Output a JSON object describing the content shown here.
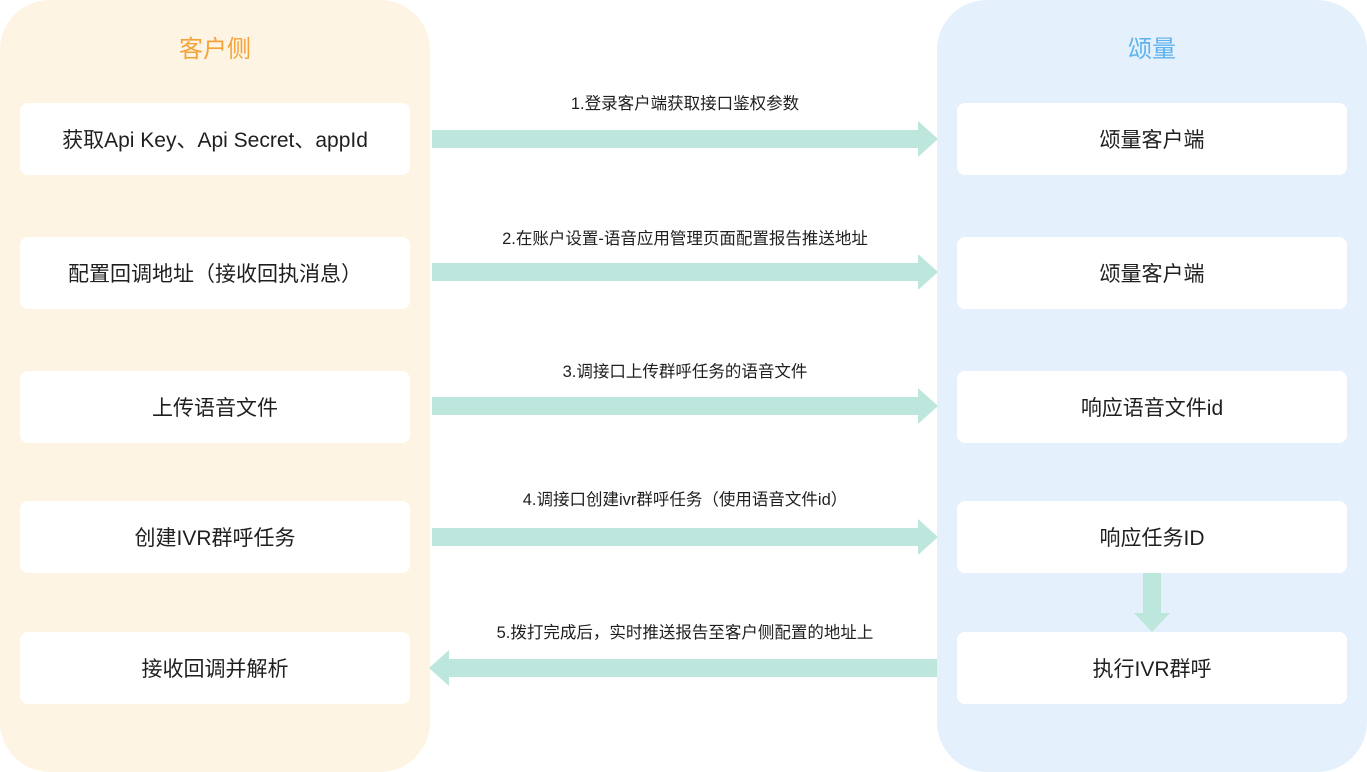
{
  "client_side": {
    "title": "客户侧",
    "steps": [
      "获取Api Key、Api Secret、appId",
      "配置回调地址（接收回执消息）",
      "上传语音文件",
      "创建IVR群呼任务",
      "接收回调并解析"
    ]
  },
  "vendor_side": {
    "title": "颂量",
    "steps": [
      "颂量客户端",
      "颂量客户端",
      "响应语音文件id",
      "响应任务ID",
      "执行IVR群呼"
    ]
  },
  "flows": [
    {
      "label": "1.登录客户端获取接口鉴权参数",
      "direction": "right"
    },
    {
      "label": "2.在账户设置-语音应用管理页面配置报告推送地址",
      "direction": "right"
    },
    {
      "label": "3.调接口上传群呼任务的语音文件",
      "direction": "right"
    },
    {
      "label": "4.调接口创建ivr群呼任务（使用语音文件id）",
      "direction": "right"
    },
    {
      "label": "5.拨打完成后，实时推送报告至客户侧配置的地址上",
      "direction": "left"
    }
  ],
  "colors": {
    "client_panel": "#fef4e3",
    "client_title": "#f5a23a",
    "vendor_panel": "#e4f0fc",
    "vendor_title": "#5fb2ee",
    "arrow": "#bde7dc",
    "box": "#ffffff"
  }
}
